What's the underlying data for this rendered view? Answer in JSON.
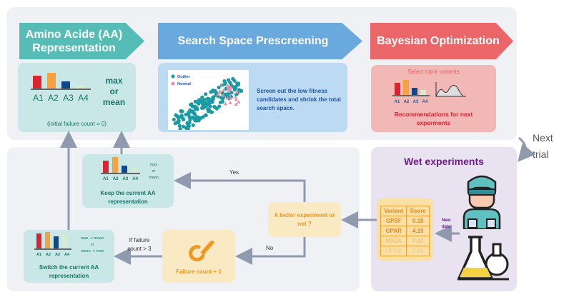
{
  "colors": {
    "teal": "#55bdb6",
    "blue": "#69a9dd",
    "red": "#eb6668",
    "arrow": "#8f9aae",
    "purple": "#6a1f8a",
    "orange": "#f29622"
  },
  "stages": [
    {
      "title": "Amino Acide (AA) Representation",
      "bar_labels": [
        "A1",
        "A2",
        "A3",
        "A4"
      ],
      "aggregation": "max or mean",
      "aggregation_lines": [
        "max",
        "or",
        "mean"
      ],
      "note": "(initial failure count = 0)"
    },
    {
      "title": "Search Space Prescreening",
      "legend": [
        "Outlier",
        "Normal"
      ],
      "description": "Screen out the low fitness candidates and shrink the total search space."
    },
    {
      "title": "Bayesian Optimization",
      "subtitle": "Select top-k variants",
      "bar_labels": [
        "A1",
        "A2",
        "A3",
        "A4"
      ],
      "result": "Recommendations for next experments"
    }
  ],
  "next_trial": [
    "Next",
    "trial"
  ],
  "wet": {
    "title": "Wet experiments",
    "new_data": [
      "New",
      "data"
    ],
    "table": {
      "headers": [
        "Variant",
        "Score"
      ],
      "rows": [
        [
          "GPSF",
          "0.18"
        ],
        [
          "GPAR",
          "4.19"
        ],
        [
          "NSEA",
          "0.93"
        ],
        [
          "HFKE",
          "7.85"
        ]
      ]
    }
  },
  "decision": {
    "label": "A better experiment or not ?",
    "yes": "Yes",
    "no": "No"
  },
  "keep": {
    "bar_labels": [
      "A1",
      "A2",
      "A3",
      "A4"
    ],
    "agg_lines": [
      "max",
      "or",
      "mean"
    ],
    "label": "Keep the current AA representation"
  },
  "failure": {
    "label": "Failure count + 1",
    "condition": "If failure count > 3"
  },
  "switch": {
    "bar_labels": [
      "A1",
      "A2",
      "A3",
      "A4"
    ],
    "agg_lines": [
      "max -> mean",
      "or",
      "mean -> max"
    ],
    "label": "Switch the current AA representation"
  }
}
